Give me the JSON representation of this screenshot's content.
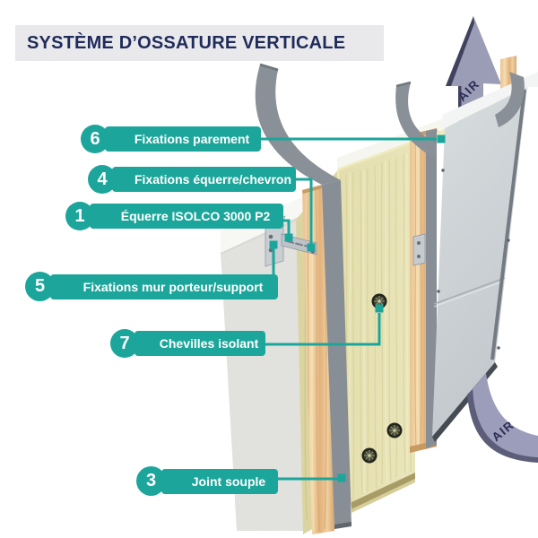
{
  "title": "SYSTÈME D’OSSATURE VERTICALE",
  "colors": {
    "accent_teal": "#1CA69B",
    "title_navy": "#1F2B5B",
    "air_arrow": "#9B9CB6"
  },
  "callouts": [
    {
      "number": "6",
      "label": "Fixations parement"
    },
    {
      "number": "4",
      "label": "Fixations équerre/chevron"
    },
    {
      "number": "1",
      "label": "Équerre ISOLCO 3000 P2"
    },
    {
      "number": "5",
      "label": "Fixations mur porteur/support"
    },
    {
      "number": "7",
      "label": "Chevilles isolant"
    },
    {
      "number": "3",
      "label": "Joint souple"
    }
  ],
  "diagram": {
    "air_top": "AIR",
    "air_bottom": "AIR"
  }
}
